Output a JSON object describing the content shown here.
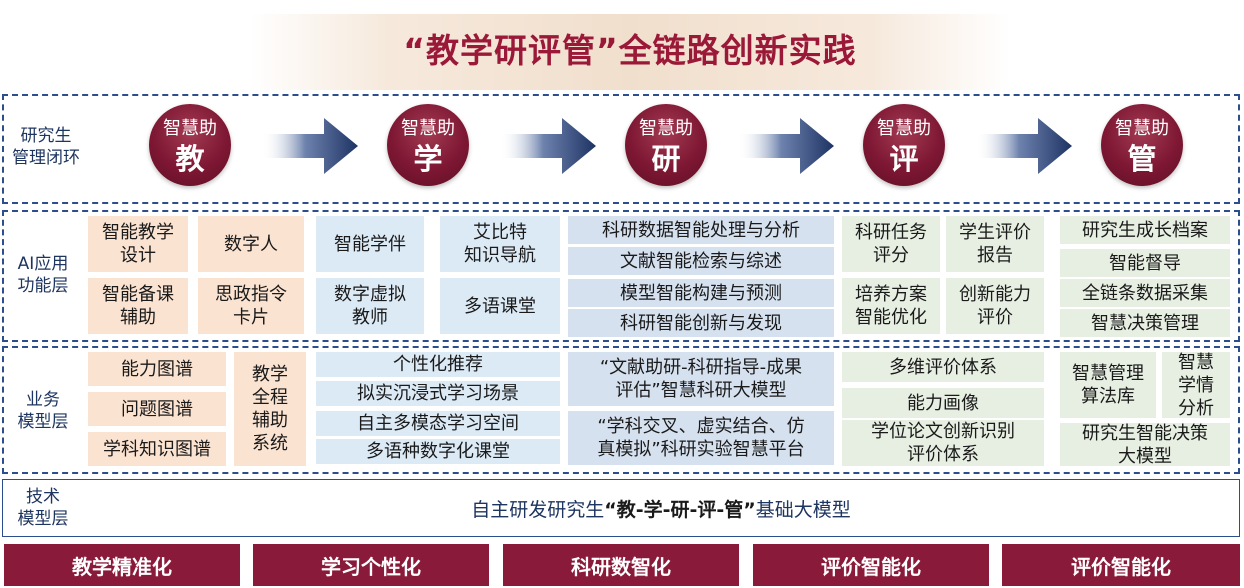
{
  "title": "“教学研评管”全链路创新实践",
  "layers": {
    "loop": "研究生\n管理闭环",
    "ai": "AI应用\n功能层",
    "business": "业务\n模型层",
    "tech": "技术\n模型层"
  },
  "circles": [
    {
      "small": "智慧助",
      "big": "教"
    },
    {
      "small": "智慧助",
      "big": "学"
    },
    {
      "small": "智慧助",
      "big": "研"
    },
    {
      "small": "智慧助",
      "big": "评"
    },
    {
      "small": "智慧助",
      "big": "管"
    }
  ],
  "ai_cells": {
    "c1": "智能教学\n设计",
    "c2": "数字人",
    "c3": "智能备课\n辅助",
    "c4": "思政指令\n卡片",
    "c5": "智能学伴",
    "c6": "艾比特\n知识导航",
    "c7": "数字虚拟\n教师",
    "c8": "多语课堂",
    "c9": "科研数据智能处理与分析",
    "c10": "文献智能检索与综述",
    "c11": "模型智能构建与预测",
    "c12": "科研智能创新与发现",
    "c13": "科研任务\n评分",
    "c14": "学生评价\n报告",
    "c15": "培养方案\n智能优化",
    "c16": "创新能力\n评价",
    "c17": "研究生成长档案",
    "c18": "智能督导",
    "c19": "全链条数据采集",
    "c20": "智慧决策管理"
  },
  "biz_cells": {
    "b1": "能力图谱",
    "b2": "问题图谱",
    "b3": "学科知识图谱",
    "b4": "教学\n全程\n辅助\n系统",
    "b5": "个性化推荐",
    "b6": "拟实沉浸式学习场景",
    "b7": "自主多模态学习空间",
    "b8": "多语种数字化课堂",
    "b9": "“文献助研-科研指导-成果\n评估”智慧科研大模型",
    "b10": "“学科交叉、虚实结合、仿\n真模拟”科研实验智慧平台",
    "b11": "多维评价体系",
    "b12": "能力画像",
    "b13": "学位论文创新识别\n评价体系",
    "b14": "智慧管理\n算法库",
    "b15": "智慧\n学情\n分析",
    "b16": "研究生智能决策\n大模型"
  },
  "tech": {
    "prefix": "自主研发研究生",
    "bold": "“教-学-研-评-管”",
    "suffix": "基础大模型"
  },
  "bottom": [
    "教学精准化",
    "学习个性化",
    "科研数智化",
    "评价智能化",
    "评价智能化"
  ],
  "colors": {
    "maroon": "#8a1a3a",
    "navy": "#1e3560",
    "peach": "#fbe3d1",
    "light_blue": "#dceaf6",
    "green": "#e7efe2"
  }
}
